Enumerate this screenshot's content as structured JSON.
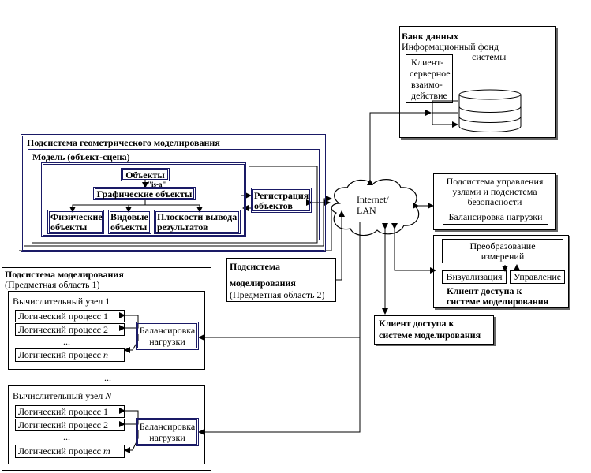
{
  "databank": {
    "title": "Банк данных",
    "subtitle_line1": "Информационный фонд",
    "subtitle_line2": "системы",
    "client_server": [
      "Клиент-",
      "серверное",
      "взаимо-",
      "действие"
    ]
  },
  "geometry": {
    "title": "Подсистема геометрического моделирования",
    "model_label": "Модель (объект-сцена)",
    "objects": "Объекты",
    "isa": "\"is-a\"",
    "graphic_objects": "Графические объекты",
    "physical": [
      "Физические",
      "объекты"
    ],
    "view": [
      "Видовые",
      "объекты"
    ],
    "output_planes": [
      "Плоскости вывода",
      "результатов"
    ],
    "registration": [
      "Регистрация",
      "объектов"
    ]
  },
  "network": {
    "label": [
      "Internet/",
      "LAN"
    ]
  },
  "node_mgmt": {
    "title": [
      "Подсистема управления",
      "узлами и подсистема",
      "безопасности"
    ],
    "balancing": "Балансировка нагрузки"
  },
  "access_client_right": {
    "conversion": [
      "Преобразование",
      "измерений"
    ],
    "visualization": "Визуализация",
    "control": "Управление",
    "title": [
      "Клиент доступа к",
      "системе моделирования"
    ]
  },
  "subsystem2": {
    "title": [
      "Подсистема",
      "моделирования"
    ],
    "area": "(Предметная область 2)"
  },
  "access_client_mid": {
    "title": [
      "Клиент доступа к",
      "системе моделирования"
    ]
  },
  "subsystem1": {
    "title": "Подсистема моделирования",
    "area": "(Предметная область 1)",
    "node1": {
      "title": "Вычислительный узел 1",
      "processes": [
        "Логический процесс 1",
        "Логический процесс 2"
      ],
      "dots": "...",
      "last_process_prefix": "Логический процесс ",
      "last_process_var": "n",
      "balancer": [
        "Балансировка",
        "нагрузки"
      ]
    },
    "between_dots": "...",
    "nodeN": {
      "title_prefix": "Вычислительный узел ",
      "title_var": "N",
      "processes": [
        "Логический процесс 1",
        "Логический процесс 2"
      ],
      "dots": "...",
      "last_process_prefix": "Логический процесс ",
      "last_process_var": "m",
      "balancer": [
        "Балансировка",
        "нагрузки"
      ]
    }
  }
}
